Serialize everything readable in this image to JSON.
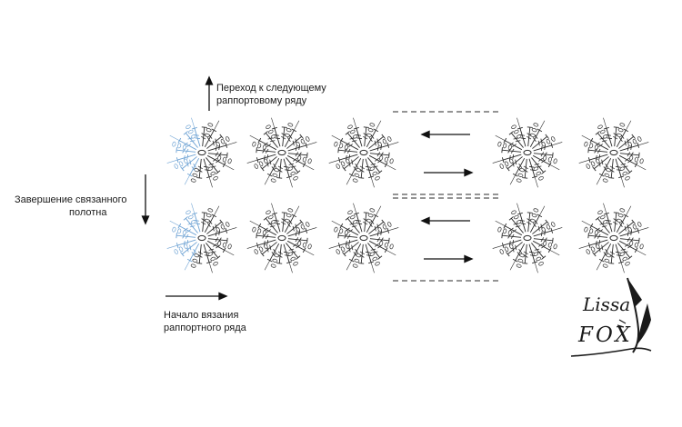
{
  "labels": {
    "next_row_line1": "Переход к следующему",
    "next_row_line2": "раппортовому ряду",
    "finish_line1": "Завершение связанного",
    "finish_line2": "полотна",
    "start_line1": "Начало вязания",
    "start_line2": "раппортного ряда"
  },
  "logo": {
    "line1": "Lissa",
    "line2": "FOX"
  },
  "motif_rows": [
    {
      "row": "top",
      "columns": [
        1,
        2,
        3,
        5,
        6
      ],
      "highlighted_half": 1
    },
    {
      "row": "bottom",
      "columns": [
        1,
        2,
        3,
        5,
        6
      ],
      "highlighted_half": 1
    }
  ],
  "colors": {
    "ink": "#2a2a2a",
    "highlight": "#6fa3d4",
    "background": "#ffffff"
  },
  "icons": [
    "arrow-up-icon",
    "arrow-down-icon",
    "arrow-right-icon",
    "arrow-left-icon",
    "fox-logo-icon"
  ]
}
